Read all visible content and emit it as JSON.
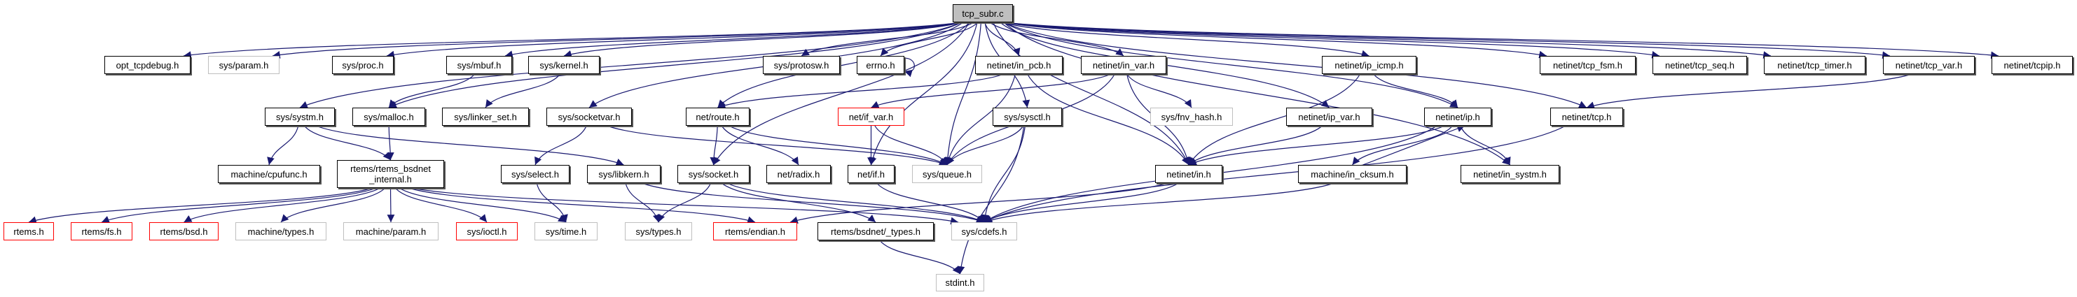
{
  "colors": {
    "edge": "#191970",
    "root_fill": "#bfbfbf",
    "missing_border": "#bfbfbf",
    "truncated_border": "#ff0000"
  },
  "nodes": [
    {
      "id": "root",
      "label": "tcp_subr.c",
      "style": "root"
    },
    {
      "id": "opt_tcpdebug",
      "label": "opt_tcpdebug.h",
      "style": "normal"
    },
    {
      "id": "sys_param",
      "label": "sys/param.h",
      "style": "gray"
    },
    {
      "id": "sys_proc",
      "label": "sys/proc.h",
      "style": "normal"
    },
    {
      "id": "sys_mbuf",
      "label": "sys/mbuf.h",
      "style": "normal"
    },
    {
      "id": "sys_kernel",
      "label": "sys/kernel.h",
      "style": "normal"
    },
    {
      "id": "sys_protosw",
      "label": "sys/protosw.h",
      "style": "normal"
    },
    {
      "id": "errno",
      "label": "errno.h",
      "style": "normal"
    },
    {
      "id": "in_pcb",
      "label": "netinet/in_pcb.h",
      "style": "normal"
    },
    {
      "id": "in_var",
      "label": "netinet/in_var.h",
      "style": "normal"
    },
    {
      "id": "ip_icmp",
      "label": "netinet/ip_icmp.h",
      "style": "normal"
    },
    {
      "id": "tcp_fsm",
      "label": "netinet/tcp_fsm.h",
      "style": "normal"
    },
    {
      "id": "tcp_seq",
      "label": "netinet/tcp_seq.h",
      "style": "normal"
    },
    {
      "id": "tcp_timer",
      "label": "netinet/tcp_timer.h",
      "style": "normal"
    },
    {
      "id": "tcp_var",
      "label": "netinet/tcp_var.h",
      "style": "normal"
    },
    {
      "id": "tcpip",
      "label": "netinet/tcpip.h",
      "style": "normal"
    },
    {
      "id": "sys_systm",
      "label": "sys/systm.h",
      "style": "normal"
    },
    {
      "id": "sys_malloc",
      "label": "sys/malloc.h",
      "style": "normal"
    },
    {
      "id": "sys_linker_set",
      "label": "sys/linker_set.h",
      "style": "normal"
    },
    {
      "id": "sys_socketvar",
      "label": "sys/socketvar.h",
      "style": "normal"
    },
    {
      "id": "net_route",
      "label": "net/route.h",
      "style": "normal"
    },
    {
      "id": "net_if_var",
      "label": "net/if_var.h",
      "style": "red"
    },
    {
      "id": "sys_sysctl",
      "label": "sys/sysctl.h",
      "style": "normal"
    },
    {
      "id": "sys_fnv_hash",
      "label": "sys/fnv_hash.h",
      "style": "gray"
    },
    {
      "id": "ip_var",
      "label": "netinet/ip_var.h",
      "style": "normal"
    },
    {
      "id": "ip",
      "label": "netinet/ip.h",
      "style": "normal"
    },
    {
      "id": "tcp",
      "label": "netinet/tcp.h",
      "style": "normal"
    },
    {
      "id": "cpufunc",
      "label": "machine/cpufunc.h",
      "style": "normal"
    },
    {
      "id": "bsdnet_internal",
      "label": "rtems/rtems_bsdnet\n_internal.h",
      "style": "normal"
    },
    {
      "id": "sys_select",
      "label": "sys/select.h",
      "style": "normal"
    },
    {
      "id": "sys_libkern",
      "label": "sys/libkern.h",
      "style": "normal"
    },
    {
      "id": "sys_socket",
      "label": "sys/socket.h",
      "style": "normal"
    },
    {
      "id": "net_radix",
      "label": "net/radix.h",
      "style": "normal"
    },
    {
      "id": "net_if",
      "label": "net/if.h",
      "style": "normal"
    },
    {
      "id": "sys_queue",
      "label": "sys/queue.h",
      "style": "gray"
    },
    {
      "id": "netinet_in",
      "label": "netinet/in.h",
      "style": "normal"
    },
    {
      "id": "in_cksum",
      "label": "machine/in_cksum.h",
      "style": "normal"
    },
    {
      "id": "in_systm",
      "label": "netinet/in_systm.h",
      "style": "normal"
    },
    {
      "id": "rtems",
      "label": "rtems.h",
      "style": "red"
    },
    {
      "id": "rtems_fs",
      "label": "rtems/fs.h",
      "style": "red"
    },
    {
      "id": "rtems_bsd",
      "label": "rtems/bsd.h",
      "style": "red"
    },
    {
      "id": "machine_types",
      "label": "machine/types.h",
      "style": "gray"
    },
    {
      "id": "machine_param",
      "label": "machine/param.h",
      "style": "gray"
    },
    {
      "id": "sys_ioctl",
      "label": "sys/ioctl.h",
      "style": "red"
    },
    {
      "id": "sys_time",
      "label": "sys/time.h",
      "style": "gray"
    },
    {
      "id": "sys_types",
      "label": "sys/types.h",
      "style": "gray"
    },
    {
      "id": "rtems_endian",
      "label": "rtems/endian.h",
      "style": "red"
    },
    {
      "id": "bsdnet_types",
      "label": "rtems/bsdnet/_types.h",
      "style": "normal"
    },
    {
      "id": "sys_cdefs",
      "label": "sys/cdefs.h",
      "style": "gray"
    },
    {
      "id": "stdint",
      "label": "stdint.h",
      "style": "gray"
    }
  ],
  "edges": [
    [
      "root",
      "opt_tcpdebug"
    ],
    [
      "root",
      "sys_param"
    ],
    [
      "root",
      "sys_proc"
    ],
    [
      "root",
      "sys_mbuf"
    ],
    [
      "root",
      "sys_kernel"
    ],
    [
      "root",
      "sys_protosw"
    ],
    [
      "root",
      "errno"
    ],
    [
      "root",
      "in_pcb"
    ],
    [
      "root",
      "in_var"
    ],
    [
      "root",
      "ip_icmp"
    ],
    [
      "root",
      "tcp_fsm"
    ],
    [
      "root",
      "tcp_seq"
    ],
    [
      "root",
      "tcp_timer"
    ],
    [
      "root",
      "tcp_var"
    ],
    [
      "root",
      "tcpip"
    ],
    [
      "root",
      "sys_systm"
    ],
    [
      "root",
      "sys_malloc"
    ],
    [
      "root",
      "sys_socketvar"
    ],
    [
      "root",
      "net_route"
    ],
    [
      "root",
      "sys_socket"
    ],
    [
      "root",
      "net_if"
    ],
    [
      "root",
      "sys_queue"
    ],
    [
      "root",
      "sys_sysctl"
    ],
    [
      "root",
      "netinet_in"
    ],
    [
      "root",
      "ip_var"
    ],
    [
      "root",
      "ip"
    ],
    [
      "root",
      "in_systm"
    ],
    [
      "root",
      "tcp"
    ],
    [
      "errno",
      "errno"
    ],
    [
      "sys_mbuf",
      "sys_malloc"
    ],
    [
      "sys_kernel",
      "sys_linker_set"
    ],
    [
      "sys_systm",
      "cpufunc"
    ],
    [
      "sys_systm",
      "bsdnet_internal"
    ],
    [
      "sys_systm",
      "sys_libkern"
    ],
    [
      "sys_malloc",
      "bsdnet_internal"
    ],
    [
      "sys_socketvar",
      "sys_select"
    ],
    [
      "sys_socketvar",
      "sys_queue"
    ],
    [
      "bsdnet_internal",
      "rtems"
    ],
    [
      "bsdnet_internal",
      "rtems_fs"
    ],
    [
      "bsdnet_internal",
      "rtems_bsd"
    ],
    [
      "bsdnet_internal",
      "machine_types"
    ],
    [
      "bsdnet_internal",
      "machine_param"
    ],
    [
      "bsdnet_internal",
      "sys_ioctl"
    ],
    [
      "bsdnet_internal",
      "sys_time"
    ],
    [
      "bsdnet_internal",
      "rtems_endian"
    ],
    [
      "bsdnet_internal",
      "sys_cdefs"
    ],
    [
      "sys_select",
      "sys_time"
    ],
    [
      "sys_libkern",
      "sys_types"
    ],
    [
      "sys_libkern",
      "sys_cdefs"
    ],
    [
      "sys_socket",
      "sys_types"
    ],
    [
      "sys_socket",
      "bsdnet_types"
    ],
    [
      "sys_socket",
      "sys_cdefs"
    ],
    [
      "net_route",
      "sys_socket"
    ],
    [
      "net_route",
      "net_radix"
    ],
    [
      "net_route",
      "sys_queue"
    ],
    [
      "in_pcb",
      "net_route"
    ],
    [
      "in_pcb",
      "sys_queue"
    ],
    [
      "in_pcb",
      "netinet_in"
    ],
    [
      "in_var",
      "net_if_var"
    ],
    [
      "in_var",
      "sys_queue"
    ],
    [
      "in_var",
      "netinet_in"
    ],
    [
      "in_var",
      "sys_fnv_hash"
    ],
    [
      "net_if_var",
      "net_if"
    ],
    [
      "net_if_var",
      "sys_queue"
    ],
    [
      "net_if",
      "sys_cdefs"
    ],
    [
      "sys_sysctl",
      "sys_queue"
    ],
    [
      "sys_sysctl",
      "sys_cdefs"
    ],
    [
      "sys_sysctl",
      "stdint"
    ],
    [
      "ip_icmp",
      "ip"
    ],
    [
      "ip_icmp",
      "netinet_in"
    ],
    [
      "ip_var",
      "netinet_in"
    ],
    [
      "ip",
      "netinet_in"
    ],
    [
      "ip",
      "in_cksum"
    ],
    [
      "ip",
      "in_systm"
    ],
    [
      "ip",
      "sys_cdefs"
    ],
    [
      "in_cksum",
      "ip"
    ],
    [
      "in_cksum",
      "sys_cdefs"
    ],
    [
      "netinet_in",
      "rtems_endian"
    ],
    [
      "netinet_in",
      "sys_cdefs"
    ],
    [
      "bsdnet_types",
      "stdint"
    ],
    [
      "tcp_var",
      "tcp"
    ],
    [
      "tcp",
      "sys_cdefs"
    ]
  ]
}
